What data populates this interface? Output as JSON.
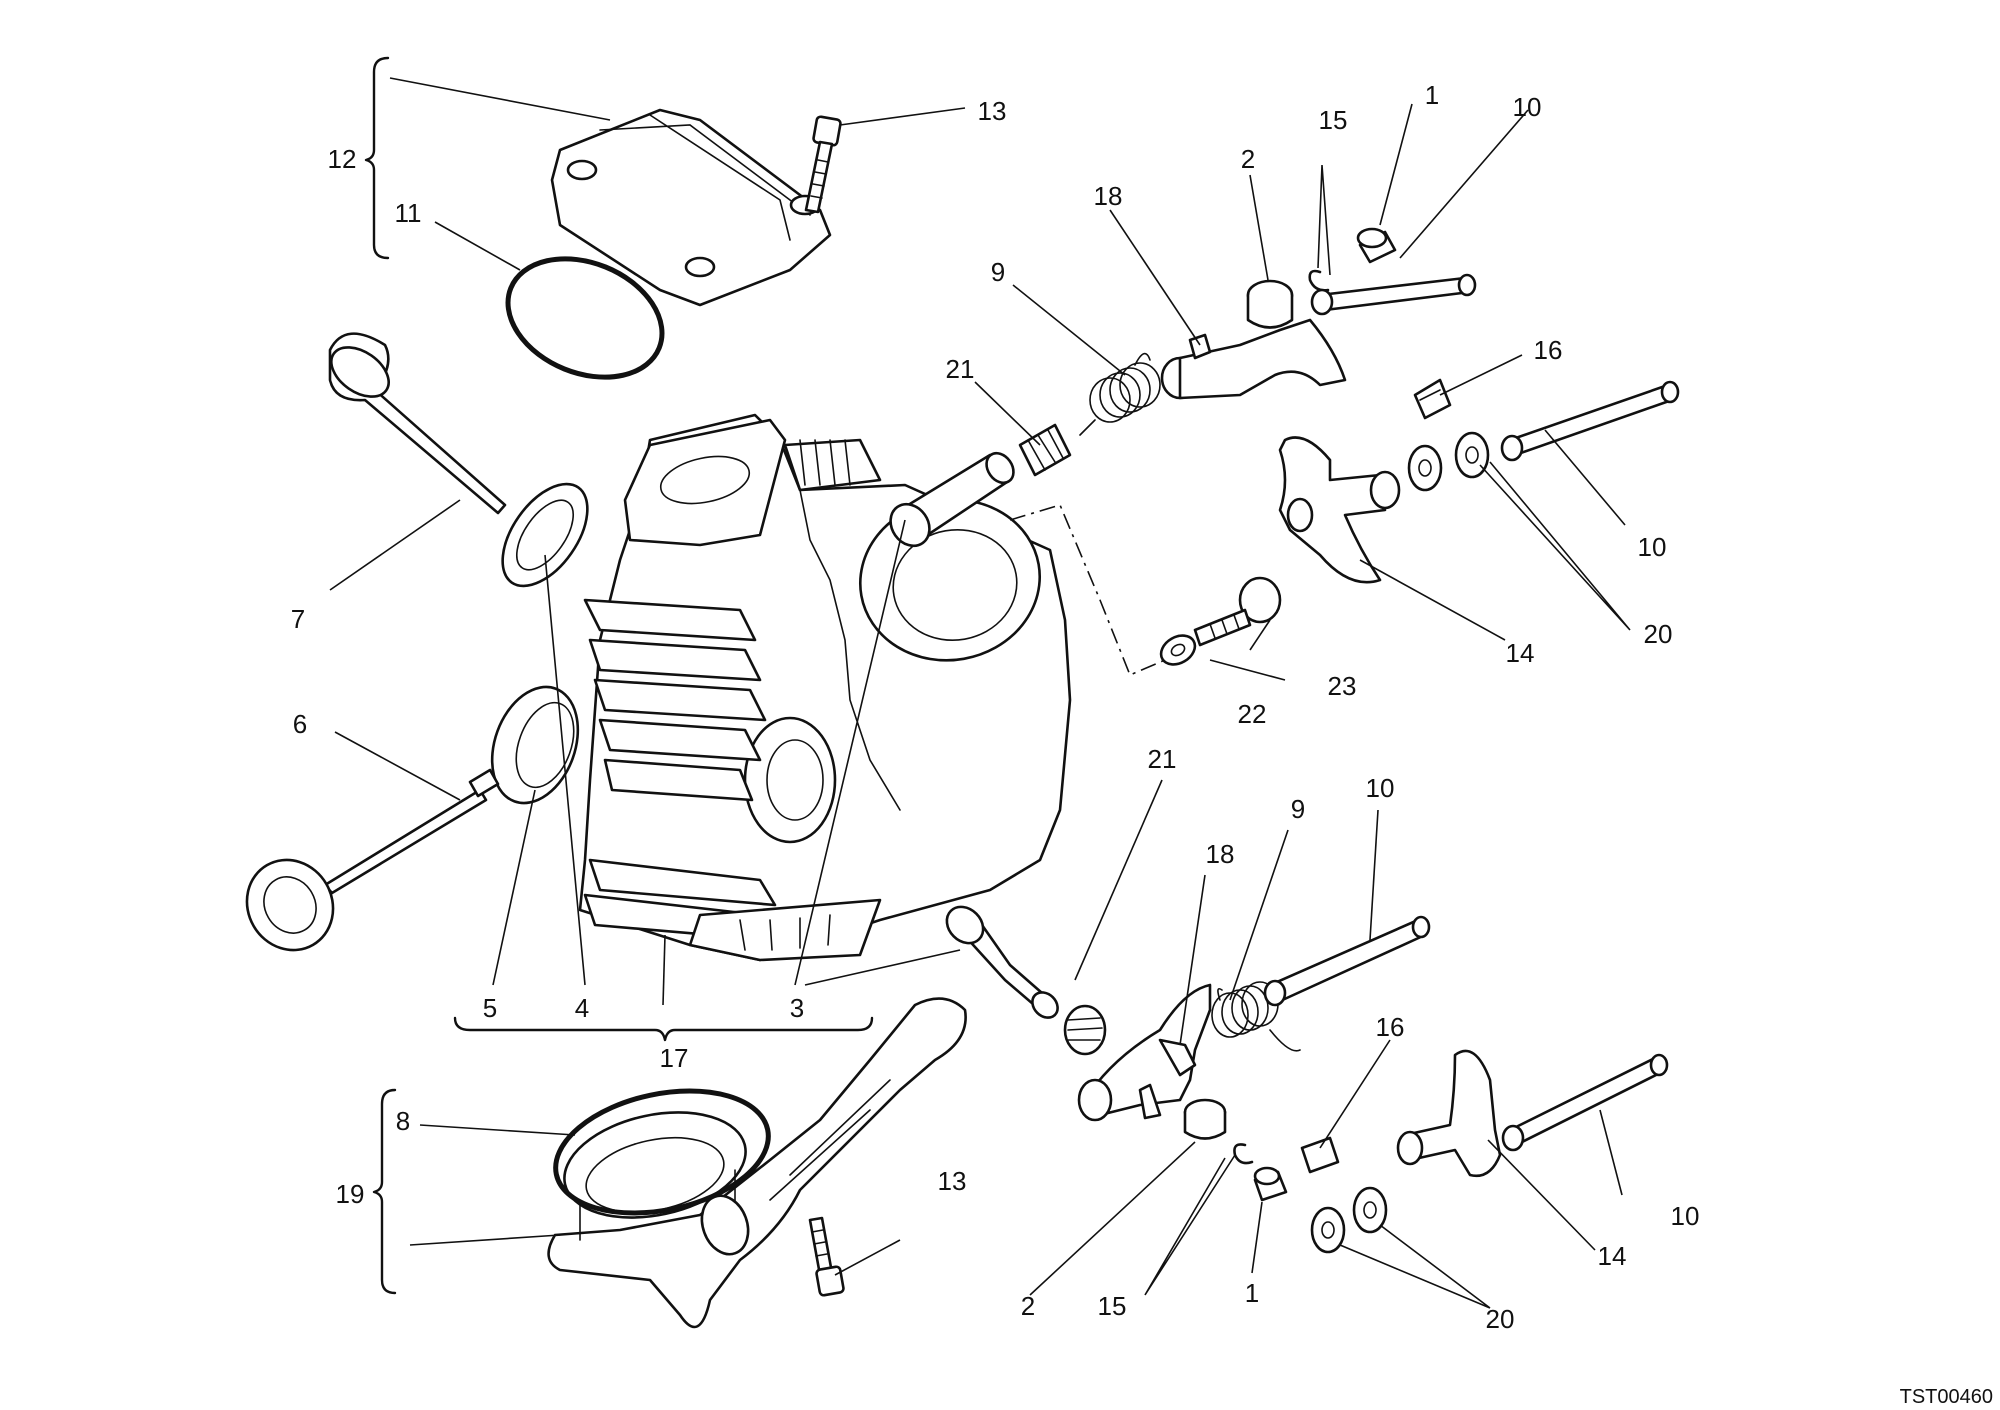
{
  "drawing": {
    "code": "TST00460",
    "callouts": {
      "c1a": "1",
      "c1b": "1",
      "c2a": "2",
      "c2b": "2",
      "c3": "3",
      "c4": "4",
      "c5": "5",
      "c6": "6",
      "c7": "7",
      "c8": "8",
      "c9a": "9",
      "c9b": "9",
      "c10a": "10",
      "c10b": "10",
      "c10c": "10",
      "c10d": "10",
      "c11": "11",
      "c12": "12",
      "c13a": "13",
      "c13b": "13",
      "c14a": "14",
      "c14b": "14",
      "c15a": "15",
      "c15b": "15",
      "c16a": "16",
      "c16b": "16",
      "c17": "17",
      "c18a": "18",
      "c18b": "18",
      "c19": "19",
      "c20a": "20",
      "c20b": "20",
      "c21a": "21",
      "c21b": "21",
      "c22": "22",
      "c23": "23"
    }
  }
}
